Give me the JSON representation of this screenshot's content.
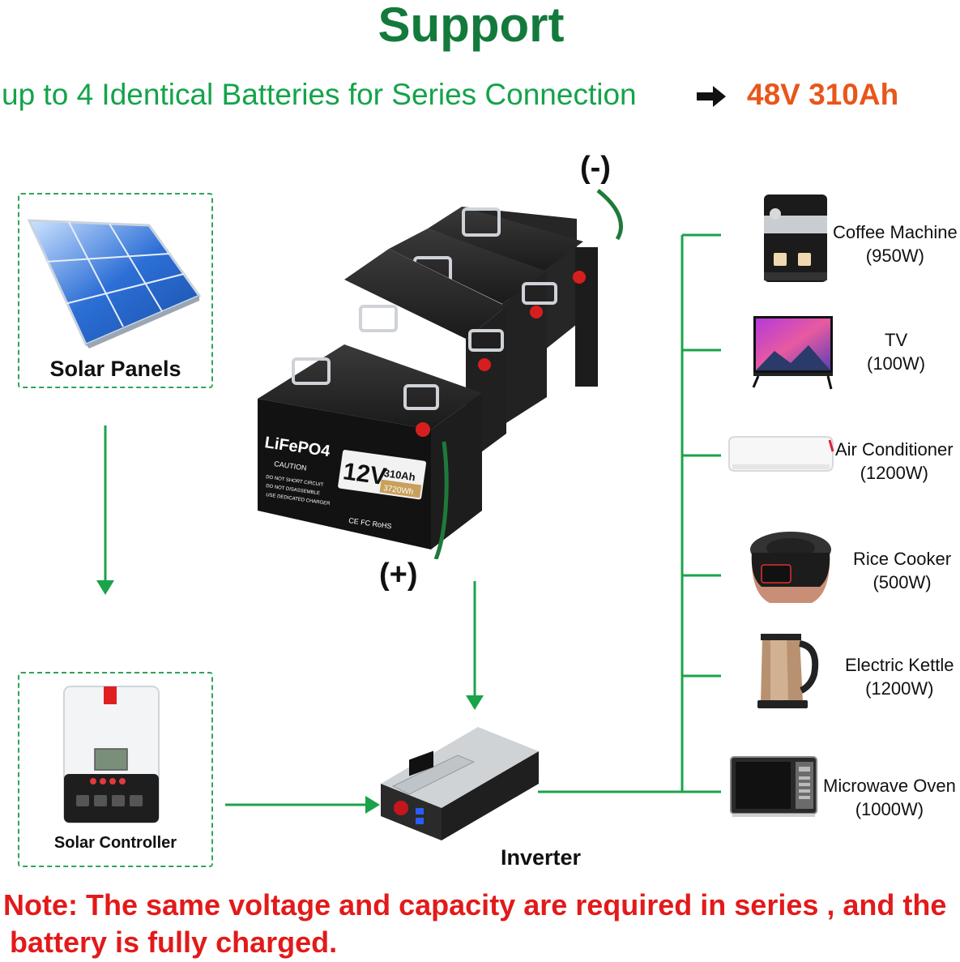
{
  "title": "Support",
  "subtitle": "up to 4 Identical Batteries for Series Connection",
  "result": "48V 310Ah",
  "battery": {
    "brand": "LiFePO4",
    "voltage": "12V",
    "capacity": "310Ah",
    "energy": "3720Wh",
    "caution_title": "CAUTION",
    "caution_lines": [
      "DO NOT SHORT CIRCUIT",
      "DO NOT DISASSEMBLE",
      "USE DEDICATED CHARGER"
    ],
    "cert": "CE FC RoHS"
  },
  "terminals": {
    "negative": "(-)",
    "positive": "(+)"
  },
  "components": {
    "solar_panels": "Solar Panels",
    "solar_controller": "Solar Controller",
    "inverter": "Inverter"
  },
  "appliances": [
    {
      "name": "Coffee Machine",
      "power": "(950W)"
    },
    {
      "name": "TV",
      "power": "(100W)"
    },
    {
      "name": "Air Conditioner",
      "power": "(1200W)"
    },
    {
      "name": "Rice Cooker",
      "power": "(500W)"
    },
    {
      "name": "Electric Kettle",
      "power": "(1200W)"
    },
    {
      "name": "Microwave Oven",
      "power": "(1000W)"
    }
  ],
  "note": {
    "line1": "Note: The same voltage and capacity are required in series , and the",
    "line2": "battery is fully charged."
  },
  "colors": {
    "title": "#137a3c",
    "subtitle": "#14a34a",
    "result": "#e8561a",
    "note": "#e21a1a",
    "connector": "#1aa34a"
  }
}
